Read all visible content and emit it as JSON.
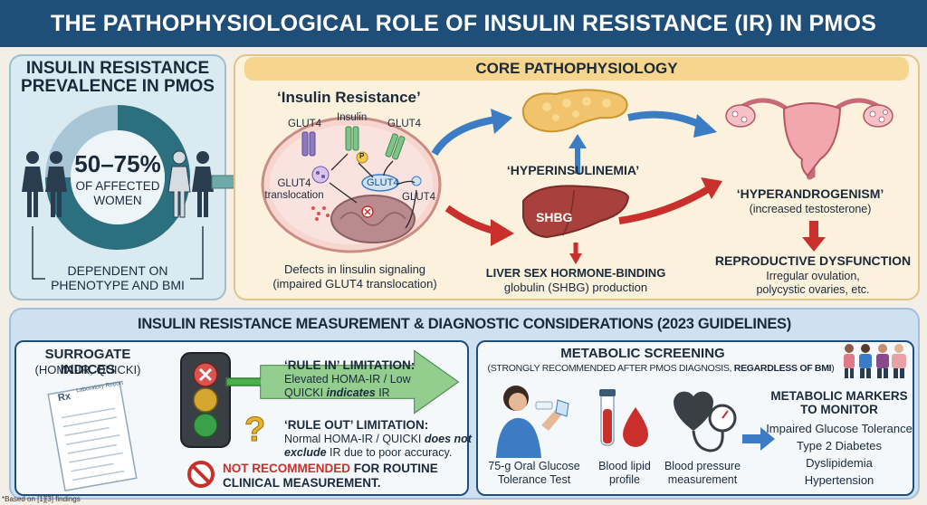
{
  "title": "THE PATHOPHYSIOLOGICAL ROLE OF INSULIN RESISTANCE (IR) IN PMOS",
  "prevalence": {
    "heading_line1": "INSULIN RESISTANCE",
    "heading_line2": "PREVALENCE IN PMOS",
    "value": "50–75%",
    "sub_line1": "OF AFFECTED",
    "sub_line2": "WOMEN",
    "note_line1": "DEPENDENT ON",
    "note_line2": "PHENOTYPE AND BMI",
    "fraction_low": 0.5,
    "fraction_high": 0.75
  },
  "core": {
    "title": "CORE PATHOPHYSIOLOGY",
    "cell_title": "‘Insulin Resistance’",
    "labels": {
      "glut4_left": "GLUT4",
      "insulin": "Insulin",
      "glut4_right": "GLUT4",
      "p": "P",
      "glut4_center": "GLUT4",
      "glut4_translocation_1": "GLUT4",
      "glut4_translocation_2": "translocation",
      "glut4_lower": "GLUT4"
    },
    "defects_line1": "Defects in linsulin signaling",
    "defects_line2": "(impaired GLUT4 translocation)",
    "hyperinsulinemia": "‘HYPERINSULINEMIA’",
    "shbg_badge": "SHBG",
    "liver_line1": "LIVER SEX HORMONE-BINDING",
    "liver_line2": "globulin (SHBG) production",
    "hyperandrogenism": "‘HYPERANDROGENISM’",
    "hyperandrogenism_sub": "(increased testosterone)",
    "repro_title": "REPRODUCTIVE DYSFUNCTION",
    "repro_line1": "Irregular ovulation,",
    "repro_line2": "polycystic ovaries, etc."
  },
  "measurement": {
    "title": "INSULIN RESISTANCE MEASUREMENT & DIAGNOSTIC CONSIDERATIONS (2023 GUIDELINES)",
    "surrogate_title": "SURROGATE INDICES",
    "surrogate_sub": "(HOMA-IR, QUICKI)",
    "report_rx": "Rx",
    "report_title_1": "Laboratory Report",
    "rule_in_title": "‘RULE IN’ LIMITATION:",
    "rule_in_line1": "Elevated HOMA-IR / Low",
    "rule_in_line2a": "QUICKI ",
    "rule_in_line2b": "indicates",
    "rule_in_line2c": " IR",
    "rule_out_title": "‘RULE OUT’ LIMITATION:",
    "rule_out_line1a": "Normal HOMA-IR / QUICKI ",
    "rule_out_line1b": "does not",
    "rule_out_line2a": "exclude",
    "rule_out_line2b": " IR due to poor accuracy.",
    "not_recommended_red": "NOT RECOMMENDED",
    "not_recommended_rest": " FOR ROUTINE",
    "not_recommended_line2": "CLINICAL MEASUREMENT.",
    "footnote": "*Based on [1][3] findings"
  },
  "screening": {
    "title": "METABOLIC SCREENING",
    "sub_a": "(STRONGLY RECOMMENDED AFTER PMOS DIAGNOSIS, ",
    "sub_b": "REGARDLESS OF BMI",
    "sub_c": ")",
    "ogtt_line1": "75-g Oral Glucose",
    "ogtt_line2": "Tolerance Test",
    "lipid_line1": "Blood lipid",
    "lipid_line2": "profile",
    "bp_line1": "Blood pressure",
    "bp_line2": "measurement",
    "markers_title_line1": "METABOLIC MARKERS",
    "markers_title_line2": "TO MONITOR",
    "markers": [
      "Impaired Glucose Tolerance",
      "Type 2 Diabetes",
      "Dyslipidemia",
      "Hypertension"
    ]
  },
  "colors": {
    "navy": "#1f4e79",
    "red_arrow": "#c9302c",
    "blue_arrow": "#3b7cc4",
    "green_arrow": "#3aa04a",
    "teal_ring": "#2c6f7e"
  }
}
